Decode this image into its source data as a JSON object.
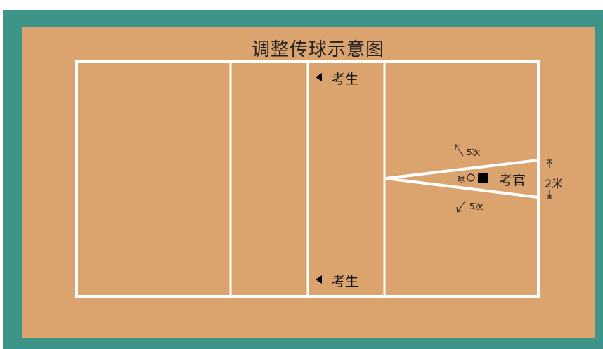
{
  "title": "调整传球示意图",
  "student_top": "考生",
  "student_bottom": "考生",
  "examiner": "考官",
  "ball": "球",
  "count_up": "5次",
  "count_down": "5次",
  "distance": "2米",
  "colors": {
    "frame": "#3d9488",
    "court": "#dba36d",
    "lines": "#ffffff"
  }
}
